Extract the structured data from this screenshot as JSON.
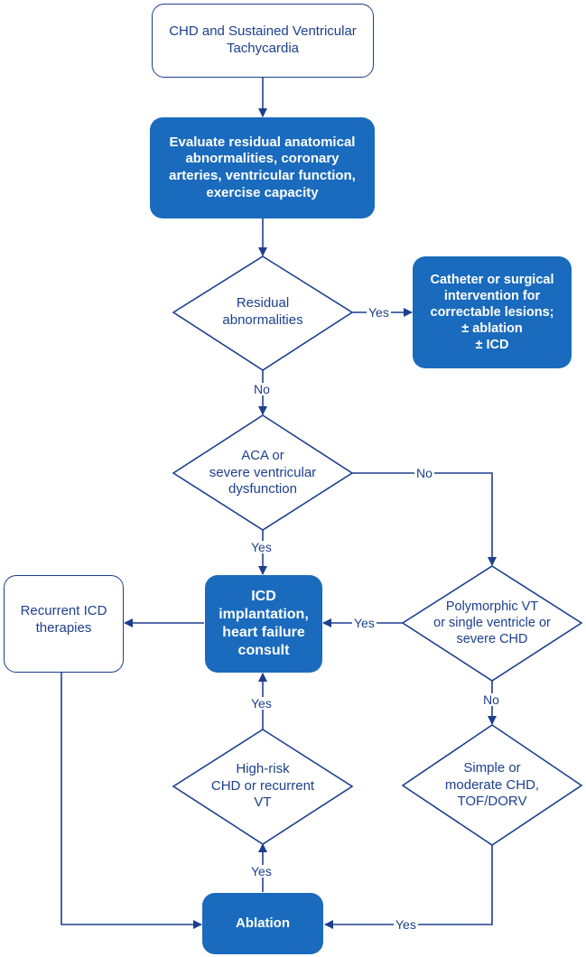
{
  "nodes": {
    "start": "CHD and Sustained Ventricular\nTachycardia",
    "evaluate": "Evaluate residual anatomical\nabnormalities, coronary\narteries, ventricular function,\nexercise capacity",
    "residual": "Residual\nabnormalities",
    "catheter": "Catheter or surgical\nintervention for\ncorrectable lesions;\n± ablation\n± ICD",
    "aca": "ACA or\nsevere ventricular\ndysfunction",
    "icd": "ICD\nimplantation,\nheart failure\nconsult",
    "recurrent": "Recurrent ICD\ntherapies",
    "polymorphic": "Polymorphic VT\nor single ventricle or\nsevere CHD",
    "simple": "Simple or\nmoderate CHD,\nTOF/DORV",
    "highrisk": "High-risk\nCHD or recurrent\nVT",
    "ablation": "Ablation"
  },
  "labels": {
    "yes_residual": "Yes",
    "no_residual": "No",
    "no_aca": "No",
    "yes_aca": "Yes",
    "yes_poly": "Yes",
    "no_poly": "No",
    "yes_highrisk": "Yes",
    "yes_ablation": "Yes",
    "yes_simple": "Yes"
  },
  "colors": {
    "line": "#1c3f8e",
    "filled_box": "#1a6bbd"
  }
}
